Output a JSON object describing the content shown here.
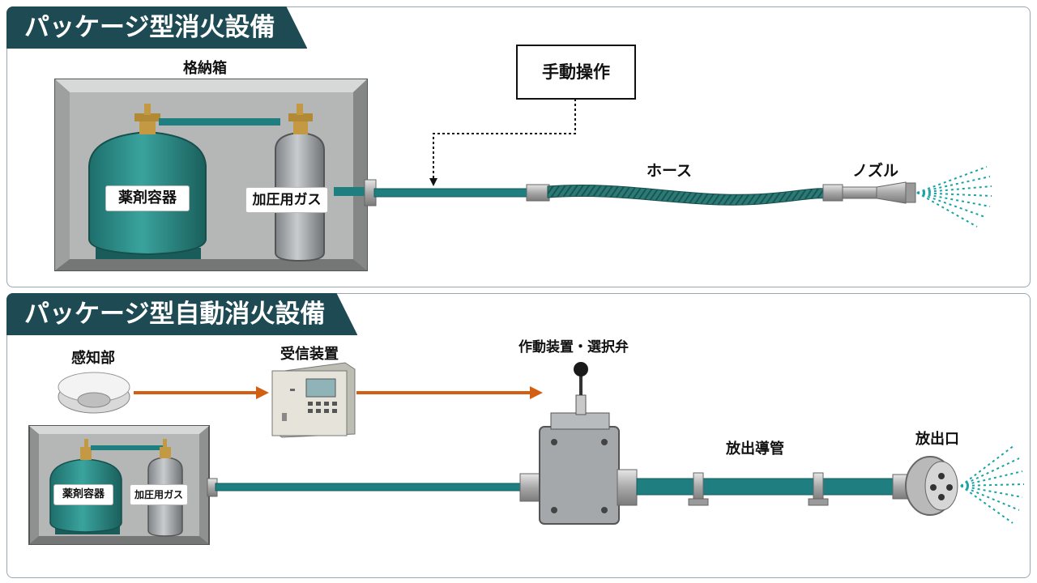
{
  "panel_top": {
    "title": "パッケージ型消火設備",
    "storage_box_label": "格納箱",
    "agent_container_label": "薬剤容器",
    "pressurizing_gas_label": "加圧用ガス",
    "manual_operation_label": "手動操作",
    "hose_label": "ホース",
    "nozzle_label": "ノズル"
  },
  "panel_bottom": {
    "title": "パッケージ型自動消火設備",
    "sensor_label": "感知部",
    "receiver_label": "受信装置",
    "actuator_label": "作動装置・選択弁",
    "discharge_pipe_label": "放出導管",
    "discharge_outlet_label": "放出口",
    "agent_container_label": "薬剤容器",
    "pressurizing_gas_label": "加圧用ガス"
  },
  "colors": {
    "title_bg": "#1d4a53",
    "teal_pipe": "#1f7f80",
    "tank_teal": "#2a8a86",
    "signal_arrow": "#d35f12",
    "cabinet_gray": "#a9a9a9"
  }
}
